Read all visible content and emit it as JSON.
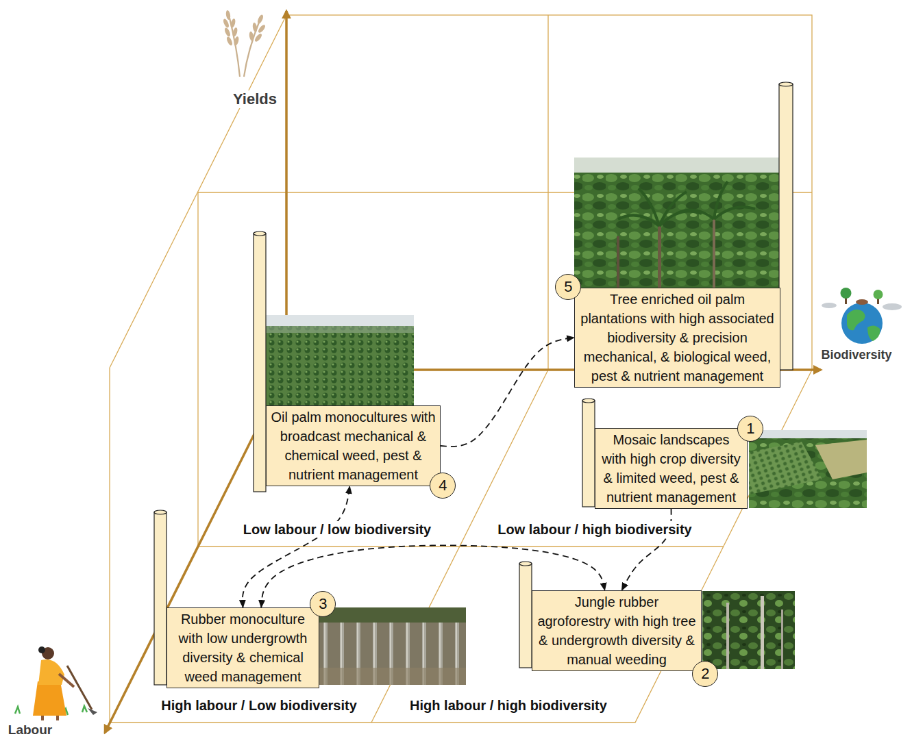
{
  "diagram": {
    "nodes": [
      {
        "text": [
          "5",
          "Tree enriched oil palm plantations with high associated biodiversity & precision mechanical, & biological weed, pest & nutrient management"
        ]
      },
      {
        "text": [
          "Oil palm monocultures with broadcast mechanical & chemical weed, pest & nutrient management",
          "4"
        ]
      },
      {
        "text": [
          "1",
          "Mosaic landscapes with high crop diversity & limited weed, pest & nutrient management"
        ]
      },
      {
        "text": [
          "3",
          "Rubber monoculture with low undergrowth diversity & chemical weed management"
        ]
      },
      {
        "text": [
          "Jungle rubber agroforestry with high tree & undergrowth diversity & manual weeding",
          "2"
        ]
      }
    ],
    "edges": [
      {
        "from": 1,
        "to": 0,
        "arrow": "to"
      },
      {
        "from": 2,
        "to": 4,
        "arrow": "to"
      },
      {
        "from": 3,
        "to": 1,
        "arrow": "both"
      },
      {
        "from": 3,
        "to": 4,
        "arrow": "both"
      }
    ],
    "labels": [
      "Yields",
      "Biodiversity",
      "Low labour / low biodiversity",
      "Low labour / high biodiversity",
      "High labour / Low biodiversity",
      "High labour / high biodiversity",
      "Labour"
    ]
  }
}
